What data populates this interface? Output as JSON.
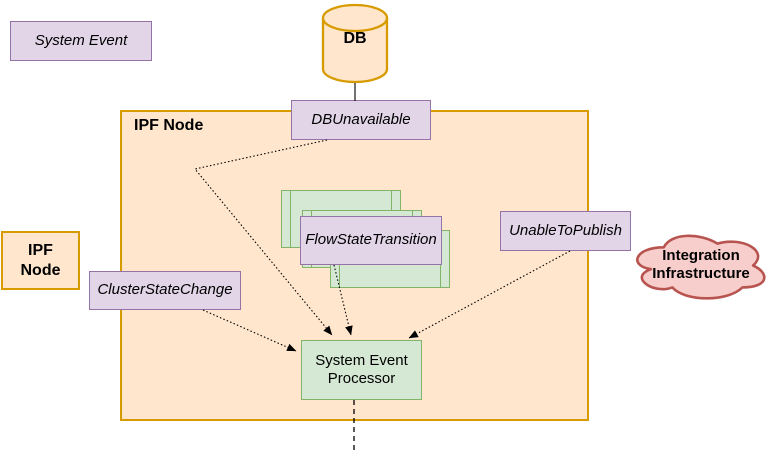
{
  "diagram": {
    "kind": "event-architecture-diagram",
    "nodes": {
      "system_event": {
        "label": "System Event"
      },
      "db": {
        "label": "DB"
      },
      "ipf_container": {
        "label": "IPF Node"
      },
      "db_unavailable": {
        "label": "DBUnavailable"
      },
      "flow_state_transition": {
        "label": "FlowStateTransition"
      },
      "unable_to_publish": {
        "label": "UnableToPublish"
      },
      "cluster_state_change": {
        "label": "ClusterStateChange"
      },
      "ipf_node": {
        "label": "IPF Node"
      },
      "integration_infrastructure": {
        "label": "Integration Infrastructure"
      },
      "system_event_processor": {
        "label": "System Event Processor"
      }
    },
    "edges": [
      {
        "from": "db",
        "to": "db_unavailable",
        "style": "solid",
        "arrow": false
      },
      {
        "from": "db_unavailable",
        "to": "system_event_processor",
        "style": "dotted",
        "arrow": true
      },
      {
        "from": "flow_state_transition",
        "to": "system_event_processor",
        "style": "dotted",
        "arrow": true
      },
      {
        "from": "unable_to_publish",
        "to": "system_event_processor",
        "style": "dotted",
        "arrow": true
      },
      {
        "from": "cluster_state_change",
        "to": "system_event_processor",
        "style": "dotted",
        "arrow": true
      },
      {
        "from": "system_event_processor",
        "to": "",
        "style": "dashed",
        "arrow": false
      }
    ],
    "colors": {
      "purple_fill": "#E1D5E7",
      "purple_border": "#9673A6",
      "orange_fill": "#FFE6CC",
      "orange_border": "#D79B00",
      "green_fill": "#D5E8D4",
      "green_border": "#82B366",
      "pink_fill": "#F8CECC",
      "pink_border": "#B85450",
      "line": "#000000",
      "background": "#ffffff"
    }
  }
}
